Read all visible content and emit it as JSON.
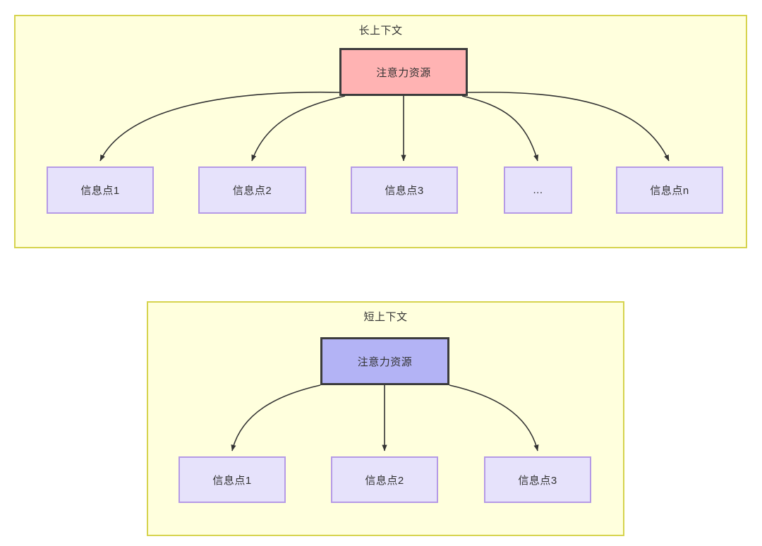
{
  "diagrams": [
    {
      "id": "long-context",
      "title": "长上下文",
      "root": {
        "label": "注意力资源",
        "fill": "#ffb3b3",
        "stroke": "#3c3c3c"
      },
      "leaves": [
        {
          "label": "信息点1"
        },
        {
          "label": "信息点2"
        },
        {
          "label": "信息点3"
        },
        {
          "label": "..."
        },
        {
          "label": "信息点n"
        }
      ]
    },
    {
      "id": "short-context",
      "title": "短上下文",
      "root": {
        "label": "注意力资源",
        "fill": "#b3b3f5",
        "stroke": "#3c3c3c"
      },
      "leaves": [
        {
          "label": "信息点1"
        },
        {
          "label": "信息点2"
        },
        {
          "label": "信息点3"
        }
      ]
    }
  ],
  "style": {
    "container_fill": "#ffffdd",
    "container_stroke": "#d6d34e",
    "leaf_fill": "#e6e2fb",
    "leaf_stroke": "#b59ae6",
    "edge_color": "#333333",
    "text_color": "#333333",
    "page_background": "#ffffff"
  }
}
